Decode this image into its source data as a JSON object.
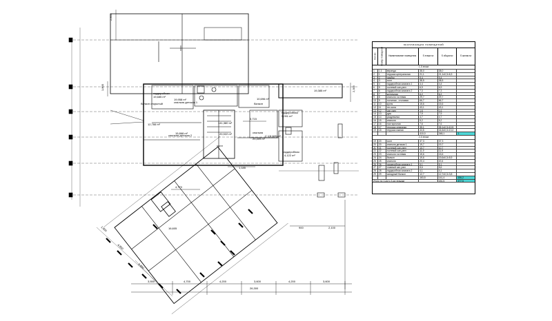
{
  "plan": {
    "dims": {
      "top_vertical": "2,835",
      "left_vertical": "1,800",
      "mid_left": "4,770",
      "stair_width": "1,185",
      "bottom_right_a": "900",
      "bottom_right_b": "2,100",
      "dim_3715": "3,715",
      "right_vertical": "2,355",
      "bottom_total": "26,300",
      "bottom_segments": [
        "3,550",
        "4,700",
        "4,200",
        "3,600",
        "4,200",
        "3,600"
      ],
      "diag_1": "4,800",
      "diag_2": "3,800",
      "diag_3": "1,800"
    },
    "rooms": [
      {
        "label": "гардеробная",
        "area": "19,685 m²"
      },
      {
        "label": "спальня детская 1",
        "area": "19,958 m²"
      },
      {
        "label": "",
        "area": "10,696 m²"
      },
      {
        "label": "балкон",
        "area": "19,385 m²"
      },
      {
        "label": "балкон открытый",
        "area": ""
      },
      {
        "label": "",
        "area": "12,766 m²"
      },
      {
        "label": "",
        "area": "141,380 m²"
      },
      {
        "label": "гардеробная",
        "area": "5,091 m²"
      },
      {
        "label": "",
        "area": "15,868 m²"
      },
      {
        "label": "",
        "area": "20,922 m²"
      },
      {
        "label": "С.У.",
        "area": "8,665 m²"
      },
      {
        "label": "спальня",
        "area": "20,409 m²"
      },
      {
        "label": "спальня детская 2",
        "area": ""
      },
      {
        "label": "холл",
        "area": ""
      },
      {
        "label": "гардеробная",
        "area": "4,122 m²"
      },
      {
        "label": "",
        "area": "16,605"
      }
    ]
  },
  "table": {
    "title": "экспликация помещений",
    "headers": [
      "Кол-во",
      "Номер помещения",
      "Наименование помещения",
      "S этажа м²",
      "S общая м²",
      "S жилая м²"
    ],
    "floor1_title": "1-й этаж",
    "floor1": [
      [
        "1",
        "1.1",
        "веранда",
        "38,0",
        "38,0",
        ""
      ],
      [
        "2",
        "1",
        "терраса центральная",
        "21,1",
        "21,1х0,3=6,3",
        ""
      ],
      [
        "3",
        "2",
        "тамбур",
        "9,4",
        "9,4",
        ""
      ],
      [
        "4",
        "3",
        "холл",
        "38,5",
        "38,5",
        ""
      ],
      [
        "5",
        "4",
        "гардеробная комната 1",
        "4,4",
        "4,4",
        ""
      ],
      [
        "6",
        "5",
        "гостевой сан.узел",
        "6,9",
        "6,9",
        ""
      ],
      [
        "7",
        "6",
        "гардеробная комната 2",
        "7,3",
        "7,3",
        ""
      ],
      [
        "8",
        "7",
        "котельная",
        "6,2",
        "6,2",
        ""
      ],
      [
        "9",
        "8",
        "спальня гостевая",
        "29,7",
        "29,7",
        ""
      ],
      [
        "10",
        "9",
        "гостиная - столовая",
        "66,7",
        "66,7",
        ""
      ],
      [
        "11",
        "10",
        "кухня",
        "15,6",
        "15,6",
        ""
      ],
      [
        "12",
        "11",
        "тех.зона",
        "43,1",
        "43,1",
        ""
      ],
      [
        "13",
        "12",
        "сан.узел",
        "1,6",
        "1,6",
        ""
      ],
      [
        "14",
        "13",
        "душ",
        "7,9",
        "7,9",
        ""
      ],
      [
        "15",
        "14",
        "раздевалка",
        "4,7",
        "4,7",
        ""
      ],
      [
        "16",
        "15",
        "спальня",
        "5,2",
        "5,2",
        ""
      ],
      [
        "17",
        "16",
        "постирочная",
        "7,6",
        "7,6",
        ""
      ],
      [
        "18",
        "17",
        "терраса северная",
        "35,1",
        "35,1х0,3=10,5",
        ""
      ],
      [
        "19",
        "18",
        "терраса южная",
        "44,6",
        "44,6х0,3=13,4",
        ""
      ],
      [
        "",
        "",
        "",
        "410,0",
        "348,1",
        ""
      ]
    ],
    "floor2_title": "2-й этаж",
    "floor2": [
      [
        "19",
        "20",
        "холл",
        "37,3",
        "37,3",
        ""
      ],
      [
        "20",
        "20",
        "спальня детская 1",
        "19,7",
        "19,7",
        ""
      ],
      [
        "21",
        "21",
        "гостевой сан.узел",
        "10,7",
        "10,7",
        ""
      ],
      [
        "22",
        "22",
        "гостевой сан.узел",
        "11,9",
        "11,9",
        ""
      ],
      [
        "23",
        "23",
        "спальня гостевая",
        "15,6",
        "15,6",
        ""
      ],
      [
        "24",
        "24",
        "балкон",
        "19,6",
        "19,6х0,3=5,9",
        ""
      ],
      [
        "25",
        "25",
        "спальня",
        "20,4",
        "20,4",
        ""
      ],
      [
        "26",
        "26",
        "гардеробная комната 1",
        "5,1",
        "5,1",
        ""
      ],
      [
        "27",
        "27",
        "главный сан.узел",
        "8,6",
        "8,6",
        ""
      ],
      [
        "28",
        "28",
        "гардеробная комната 2",
        "4,1",
        "4,1",
        ""
      ],
      [
        "29",
        "29",
        "западный балкон",
        "12,7",
        "12,7х0,3=3,8",
        ""
      ],
      [
        "",
        "",
        "",
        "163,5",
        "141,4",
        ""
      ]
    ],
    "total_label": "Итого по 1-му и 2-му этажам",
    "total_value": "491,5",
    "sub_highlight_1": "1",
    "sub_highlight_2": "106,2",
    "sub_highlight_3": "377,5"
  }
}
